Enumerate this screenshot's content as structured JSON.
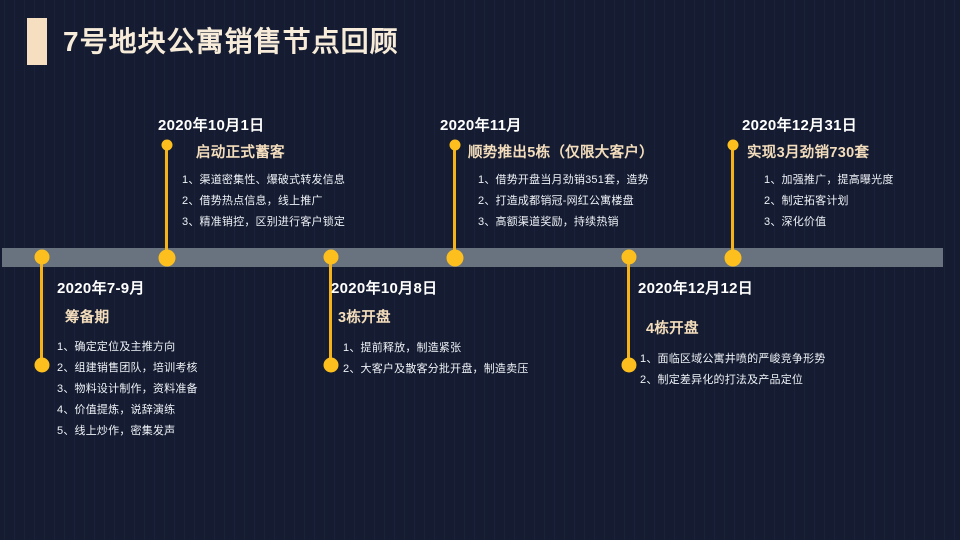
{
  "title": {
    "text": "7号地块公寓销售节点回顾",
    "accent_color": "#f6dfc0"
  },
  "theme": {
    "background": "#151c31",
    "bar_color": "#68737f",
    "dot_color": "#fcbf1e",
    "line_color": "#f5b318",
    "date_color": "#ffffff",
    "heading_color": "#f3ddbc",
    "body_color": "#eef1f6"
  },
  "timeline": {
    "entries": [
      {
        "position": "below",
        "date": "2020年7-9月",
        "heading": "筹备期",
        "bullets": [
          "1、确定定位及主推方向",
          "2、组建销售团队，培训考核",
          "3、物料设计制作，资料准备",
          "4、价值提炼，说辞演练",
          "5、线上炒作，密集发声"
        ]
      },
      {
        "position": "above",
        "date": "2020年10月1日",
        "heading": "启动正式蓄客",
        "bullets": [
          "1、渠道密集性、爆破式转发信息",
          "2、借势热点信息，线上推广",
          "3、精准销控，区别进行客户锁定"
        ]
      },
      {
        "position": "below",
        "date": "2020年10月8日",
        "heading": "3栋开盘",
        "bullets": [
          "1、提前释放，制造紧张",
          "2、大客户及散客分批开盘，制造卖压"
        ]
      },
      {
        "position": "above",
        "date": "2020年11月",
        "heading": "顺势推出5栋（仅限大客户）",
        "bullets": [
          "1、借势开盘当月劲销351套，造势",
          "2、打造成都销冠-网红公寓楼盘",
          "3、高额渠道奖励，持续热销"
        ]
      },
      {
        "position": "below",
        "date": "2020年12月12日",
        "heading": "4栋开盘",
        "bullets": [
          "1、面临区域公寓井喷的严峻竞争形势",
          "2、制定差异化的打法及产品定位"
        ]
      },
      {
        "position": "above",
        "date": "2020年12月31日",
        "heading": "实现3月劲销730套",
        "bullets": [
          "1、加强推广，提高曝光度",
          "2、制定拓客计划",
          "3、深化价值"
        ]
      }
    ]
  }
}
